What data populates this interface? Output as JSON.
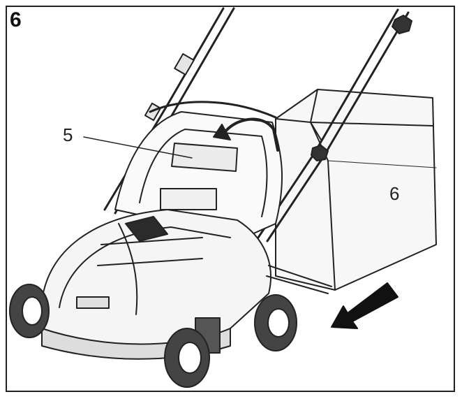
{
  "figure": {
    "number": "6",
    "callouts": [
      "5",
      "6"
    ]
  },
  "colors": {
    "line": "#222222",
    "fill_light": "#f4f4f4",
    "fill_mid": "#d9d9d9",
    "fill_dark": "#2b2b2b"
  }
}
